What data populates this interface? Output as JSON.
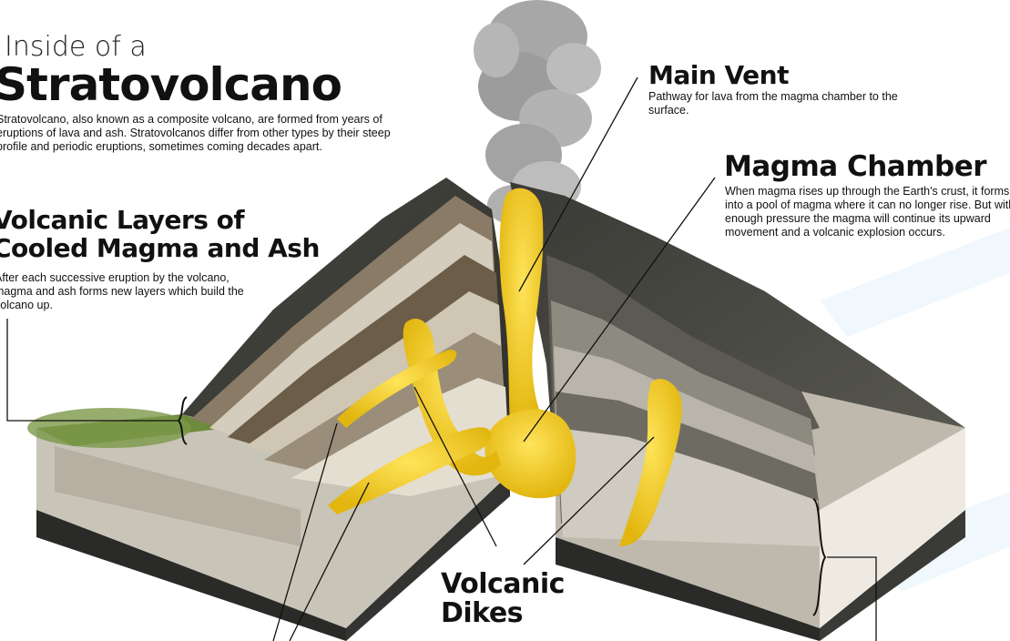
{
  "title": {
    "line1": "Inside of a",
    "line2": "Stratovolcano"
  },
  "intro": "Stratovolcano, also known as a composite volcano, are formed from years of eruptions of lava and ash. Stratovolcanos differ from other types by their steep profile and periodic eruptions, sometimes coming decades apart.",
  "labels": {
    "layers": {
      "heading": "Volcanic Layers of Cooled Magma and Ash",
      "text": "After each successive eruption by the volcano, magma and ash forms new layers which build the volcano up."
    },
    "main_vent": {
      "heading": "Main Vent",
      "text": "Pathway for lava from the magma chamber to the surface."
    },
    "magma_chamber": {
      "heading": "Magma Chamber",
      "text": "When magma rises up through the Earth's crust, it forms into a pool of magma where it can no longer rise. But with enough pressure the magma will continue its upward movement and a volcanic explosion occurs."
    },
    "dikes": {
      "heading": "Volcanic Dikes"
    }
  },
  "colors": {
    "magma": "#f2cf1d",
    "rock_dark": "#3a3a36",
    "ash_smoke": "#9a9a9a",
    "grass": "#6e8a3c",
    "background": "#ffffff",
    "watermark": "#e3f3fb"
  }
}
